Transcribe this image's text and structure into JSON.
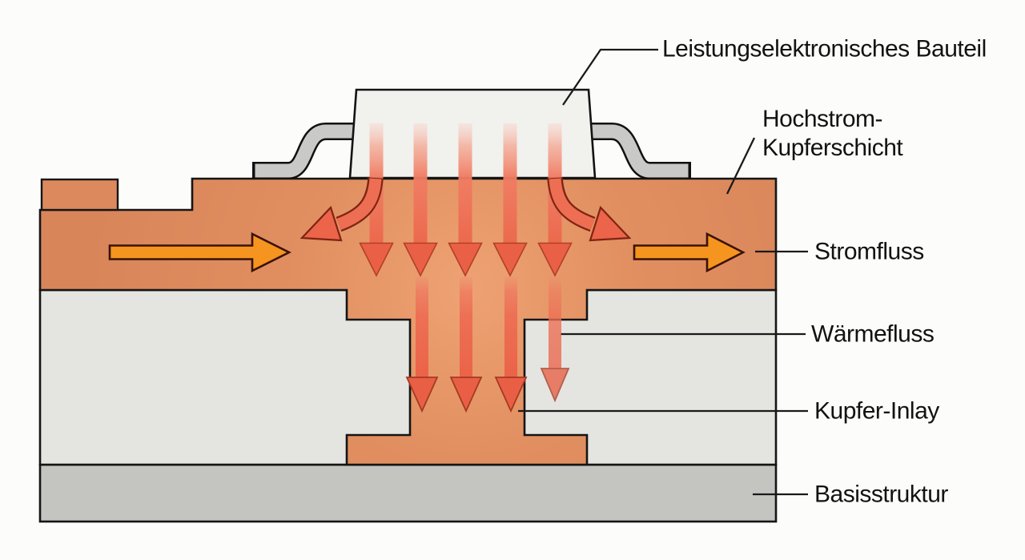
{
  "diagram": {
    "description": "Cross-section schematic of a power electronics PCB with embedded copper inlay",
    "labels": {
      "component": "Leistungselektronisches Bauteil",
      "copper_layer_line1": "Hochstrom-",
      "copper_layer_line2": "Kupferschicht",
      "current_flow": "Stromfluss",
      "heat_flow": "Wärmefluss",
      "copper_inlay": "Kupfer-Inlay",
      "base_structure": "Basisstruktur"
    },
    "colors": {
      "background": "#fcfcfa",
      "copper": "#dd8a5e",
      "copper_hot_center": "#eea273",
      "substrate": "#e4e4e1",
      "base_structure": "#c4c4c1",
      "component_body": "#f1f1ee",
      "lead_gray": "#c9c9c7",
      "current_arrow_orange": "#f5941f",
      "heat_arrow_red": "#ec6a4e",
      "outline": "#151515"
    }
  }
}
